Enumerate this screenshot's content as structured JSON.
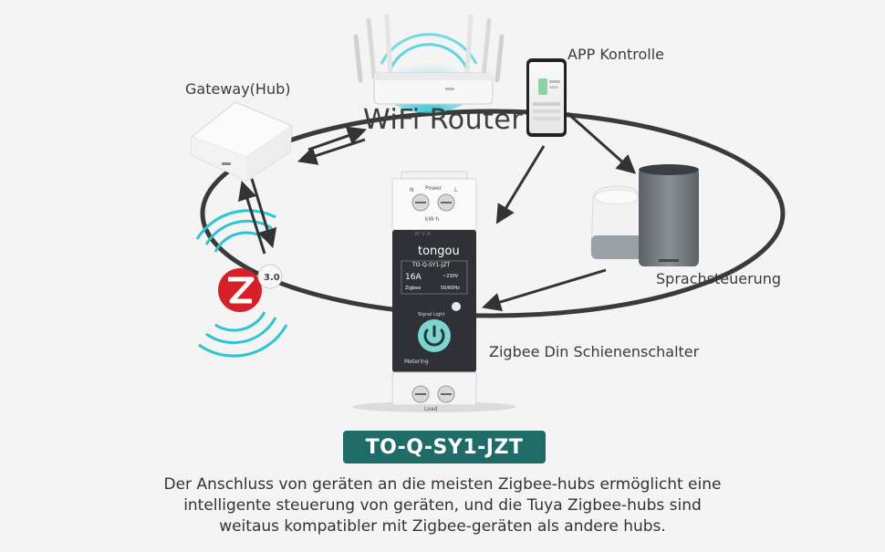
{
  "diagram": {
    "labels": {
      "gateway": "Gateway(Hub)",
      "app": "APP Kontrolle",
      "router": "WiFi Router",
      "voice": "Sprachsteuerung",
      "device": "Zigbee Din Schienenschalter",
      "zigbee_version": "3.0"
    },
    "device_print": {
      "brand": "tongou",
      "model": "TO-Q-SY1-JZT",
      "rating": "16A",
      "voltage": "~230V",
      "protocol": "Zigbee",
      "frequency": "50/60Hz",
      "power": "Power",
      "kwh": "kW·h",
      "units": "W  V  A",
      "signal": "Signal Light",
      "metering": "Metering",
      "load": "Load",
      "n": "N",
      "l": "L"
    }
  },
  "footer": {
    "model_badge": "TO-Q-SY1-JZT",
    "description_lines": [
      "Der Anschluss von geräten an die meisten Zigbee-hubs ermöglicht eine",
      "intelligente steuerung von geräten, und die Tuya Zigbee-hubs sind",
      "weitaus kompatibler mit Zigbee-geräten als andere hubs."
    ]
  },
  "colors": {
    "accent": "#1f6b67",
    "zigbee_red": "#d61f26",
    "wifi_cyan": "#21c6d6",
    "device_dark": "#2f3136",
    "power_button": "#7fd3d0"
  }
}
